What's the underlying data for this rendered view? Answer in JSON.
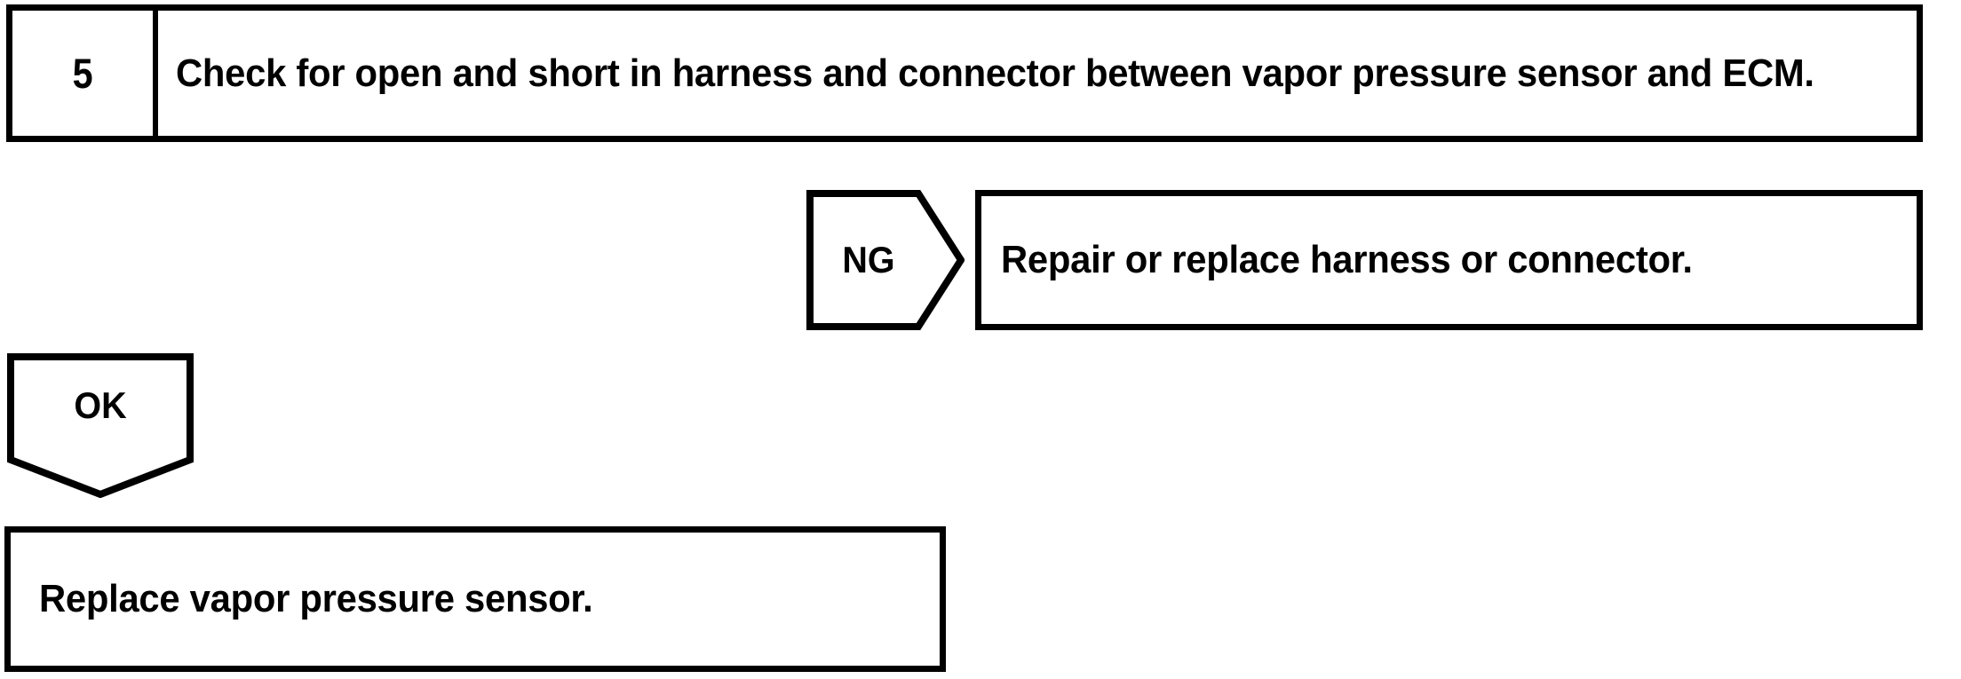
{
  "document": {
    "type": "diagnostic-flowchart",
    "ink_color": "#000000",
    "background_color": "#ffffff"
  },
  "step": {
    "number": "5",
    "instruction": "Check for open and short in harness and connector between vapor pressure sensor and ECM."
  },
  "branches": {
    "ng": {
      "label": "NG",
      "action": "Repair or replace harness or connector."
    },
    "ok": {
      "label": "OK",
      "action": "Replace vapor pressure sensor."
    }
  }
}
